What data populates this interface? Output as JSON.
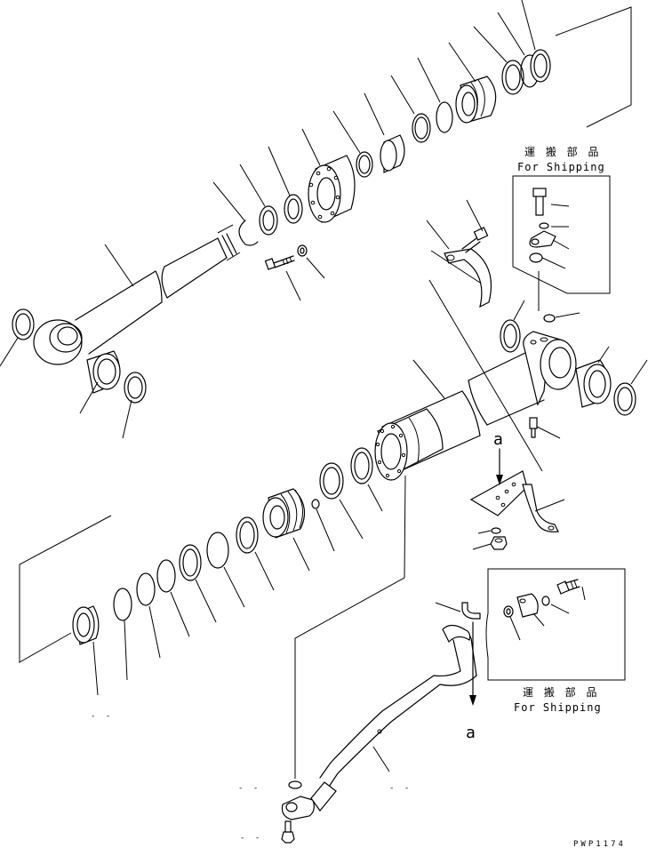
{
  "shipping_box_upper": {
    "title_jp": "運 搬 部 品",
    "title_en": "For Shipping"
  },
  "shipping_box_lower": {
    "title_jp": "運 搬 部 品",
    "title_en": "For Shipping"
  },
  "view_ref_a_upper": "a",
  "view_ref_a_lower": "a",
  "drawing_code": "PWP1174"
}
